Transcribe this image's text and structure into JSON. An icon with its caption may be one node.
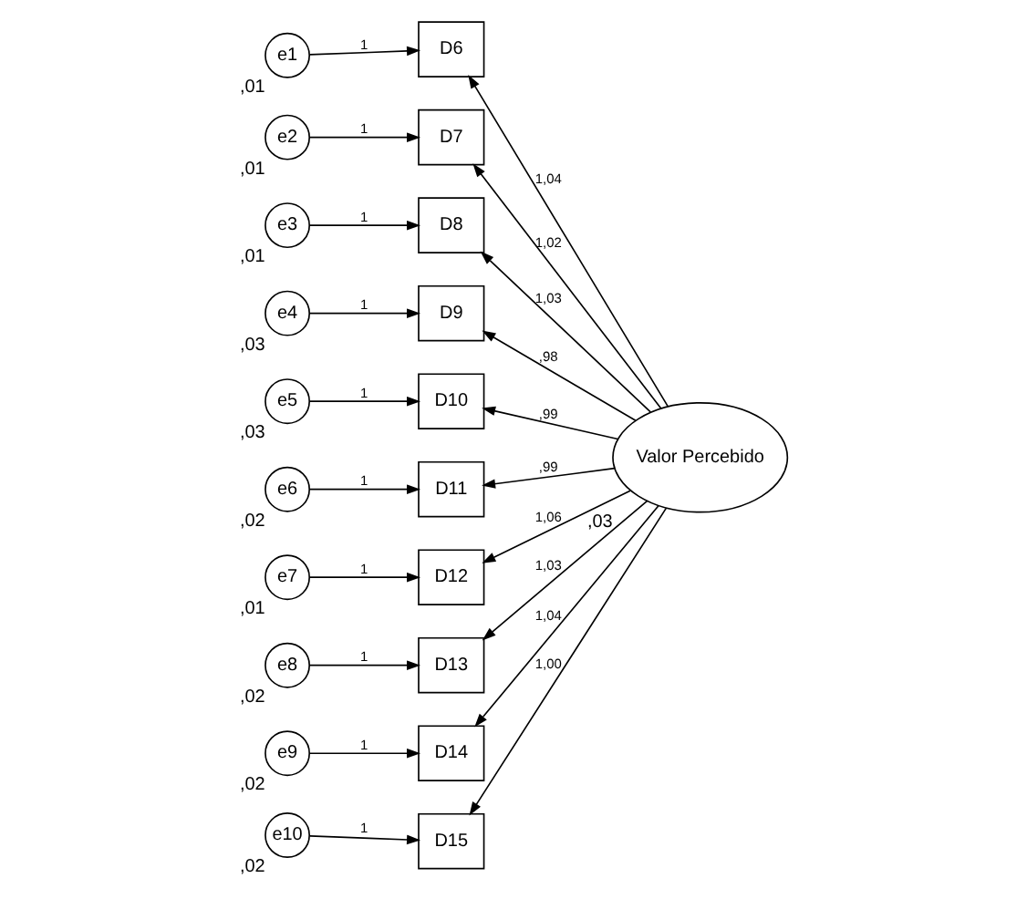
{
  "diagram": {
    "nodes": [
      {
        "text": [
          "e1"
        ],
        "beside": [
          ",01"
        ]
      },
      {
        "text": [
          "e2"
        ],
        "beside": [
          ",01"
        ]
      },
      {
        "text": [
          "e3"
        ],
        "beside": [
          ",01"
        ]
      },
      {
        "text": [
          "e4"
        ],
        "beside": [
          ",03"
        ]
      },
      {
        "text": [
          "e5"
        ],
        "beside": [
          ",03"
        ]
      },
      {
        "text": [
          "e6"
        ],
        "beside": [
          ",02"
        ]
      },
      {
        "text": [
          "e7"
        ],
        "beside": [
          ",01"
        ]
      },
      {
        "text": [
          "e8"
        ],
        "beside": [
          ",02"
        ]
      },
      {
        "text": [
          "e9"
        ],
        "beside": [
          ",02"
        ]
      },
      {
        "text": [
          "e10"
        ],
        "beside": [
          ",02"
        ]
      },
      {
        "text": [
          "D6"
        ]
      },
      {
        "text": [
          "D7"
        ]
      },
      {
        "text": [
          "D8"
        ]
      },
      {
        "text": [
          "D9"
        ]
      },
      {
        "text": [
          "D10"
        ]
      },
      {
        "text": [
          "D11"
        ]
      },
      {
        "text": [
          "D12"
        ]
      },
      {
        "text": [
          "D13"
        ]
      },
      {
        "text": [
          "D14"
        ]
      },
      {
        "text": [
          "D15"
        ]
      },
      {
        "text": [
          "Valor Percebido"
        ],
        "beside": [
          ",03"
        ]
      }
    ],
    "edges": [
      {
        "from": 0,
        "to": 10,
        "arrow": "to",
        "label": "1"
      },
      {
        "from": 1,
        "to": 11,
        "arrow": "to",
        "label": "1"
      },
      {
        "from": 2,
        "to": 12,
        "arrow": "to",
        "label": "1"
      },
      {
        "from": 3,
        "to": 13,
        "arrow": "to",
        "label": "1"
      },
      {
        "from": 4,
        "to": 14,
        "arrow": "to",
        "label": "1"
      },
      {
        "from": 5,
        "to": 15,
        "arrow": "to",
        "label": "1"
      },
      {
        "from": 6,
        "to": 16,
        "arrow": "to",
        "label": "1"
      },
      {
        "from": 7,
        "to": 17,
        "arrow": "to",
        "label": "1"
      },
      {
        "from": 8,
        "to": 18,
        "arrow": "to",
        "label": "1"
      },
      {
        "from": 9,
        "to": 19,
        "arrow": "to",
        "label": "1"
      },
      {
        "from": 20,
        "to": 10,
        "arrow": "to",
        "label": "1,04"
      },
      {
        "from": 20,
        "to": 11,
        "arrow": "to",
        "label": "1,02"
      },
      {
        "from": 20,
        "to": 12,
        "arrow": "to",
        "label": "1,03"
      },
      {
        "from": 20,
        "to": 13,
        "arrow": "to",
        "label": ",98"
      },
      {
        "from": 20,
        "to": 14,
        "arrow": "to",
        "label": ",99"
      },
      {
        "from": 20,
        "to": 15,
        "arrow": "to",
        "label": ",99"
      },
      {
        "from": 20,
        "to": 16,
        "arrow": "to",
        "label": "1,06"
      },
      {
        "from": 20,
        "to": 17,
        "arrow": "to",
        "label": "1,03"
      },
      {
        "from": 20,
        "to": 18,
        "arrow": "to",
        "label": "1,04"
      },
      {
        "from": 20,
        "to": 19,
        "arrow": "to",
        "label": "1,00"
      }
    ]
  }
}
